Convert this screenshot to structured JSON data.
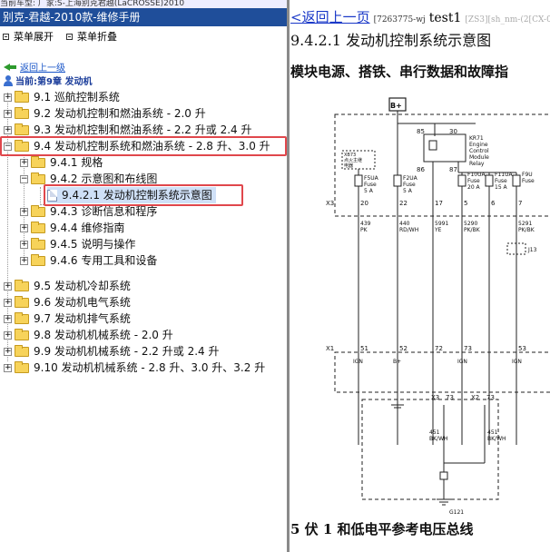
{
  "top_crumb": "当前车型:  厂家:S-上海别克君越(LaCROSSE)2010",
  "left": {
    "title": "别克-君越-2010款-维修手册",
    "menu": {
      "expand": "菜单展开",
      "collapse": "菜单折叠"
    },
    "back_link": "返回上一级",
    "current": "当前:第9章 发动机",
    "tree": [
      {
        "label": "9.1 巡航控制系统"
      },
      {
        "label": "9.2 发动机控制和燃油系统 - 2.0 升"
      },
      {
        "label": "9.3 发动机控制和燃油系统 - 2.2 升或 2.4 升"
      },
      {
        "label": "9.4 发动机控制系统和燃油系统 - 2.8 升、3.0 升"
      },
      {
        "label": "9.4.1 规格"
      },
      {
        "label": "9.4.2 示意图和布线图"
      },
      {
        "label": "9.4.2.1 发动机控制系统示意图"
      },
      {
        "label": "9.4.3 诊断信息和程序"
      },
      {
        "label": "9.4.4 维修指南"
      },
      {
        "label": "9.4.5 说明与操作"
      },
      {
        "label": "9.4.6 专用工具和设备"
      },
      {
        "label": "9.5 发动机冷却系统"
      },
      {
        "label": "9.6 发动机电气系统"
      },
      {
        "label": "9.7 发动机排气系统"
      },
      {
        "label": "9.8 发动机机械系统 - 2.0 升"
      },
      {
        "label": "9.9 发动机机械系统 - 2.2 升或 2.4 升"
      },
      {
        "label": "9.10 发动机机械系统 - 2.8 升、3.0 升、3.2 升"
      }
    ]
  },
  "right": {
    "back_link": "<返回上一页",
    "doc_id": "[7263775-wj",
    "doc_user": "test1",
    "doc_tail": "[ZS3][sh_nm-(2[CX-0",
    "section_title": "9.4.2.1 发动机控制系统示意图",
    "module_heading": "模块电源、搭铁、串行数据和故障指",
    "bottom_heading": "5 伏 1 和低电平参考电压总线",
    "diagram": {
      "bplus": "B+",
      "relay_num_85": "85",
      "relay_num_30": "30",
      "relay_num_86": "86",
      "relay_num_87": "87",
      "relay_label": [
        "KR71",
        "Engine",
        "Control",
        "Module",
        "Relay"
      ],
      "xb_label": [
        "XB73",
        "点火主继",
        "电器"
      ],
      "fuse1": [
        "F5UA",
        "Fuse",
        "5 A"
      ],
      "fuse2": [
        "F2UA",
        "Fuse",
        "5 A"
      ],
      "fuse3": [
        "F10UA",
        "Fuse",
        "20 A"
      ],
      "fuse4": [
        "F11UA",
        "Fuse",
        "15 A"
      ],
      "fuse5": [
        "F9U",
        "Fuse"
      ],
      "x3_top": "X3",
      "pins_top": [
        "20",
        "22",
        "17",
        "5",
        "6",
        "7"
      ],
      "wires": [
        [
          "439",
          "PK"
        ],
        [
          "440",
          "RD/WH"
        ],
        [
          "5991",
          "YE"
        ],
        [
          "5290",
          "PK/BK"
        ],
        [
          "5291",
          "PK/BK"
        ]
      ],
      "j1": "J13",
      "x1": "X1",
      "pins_mid": [
        "51",
        "52",
        "72",
        "73",
        "53"
      ],
      "sig_labels": [
        "IGN",
        "B+",
        "IGN",
        "IGN"
      ],
      "x3_low": "X3",
      "x2_low": "X2",
      "pins_low": [
        "73",
        "73"
      ],
      "wires_low": [
        [
          "451",
          "BK/WH"
        ],
        [
          "451",
          "BK/WH"
        ]
      ],
      "ground": "G121"
    }
  }
}
